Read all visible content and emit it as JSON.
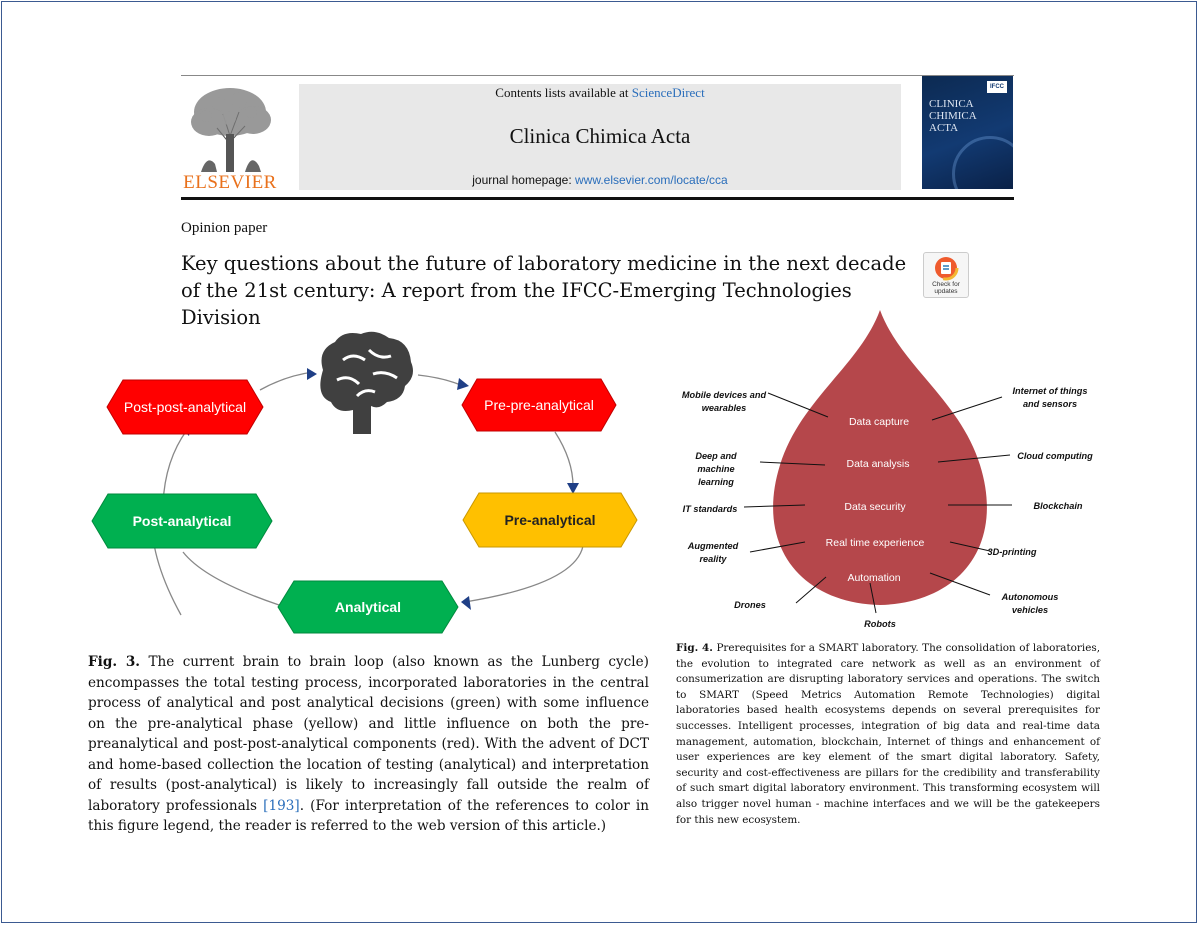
{
  "header": {
    "contents_prefix": "Contents lists available at",
    "contents_link": "ScienceDirect",
    "journal_title": "Clinica Chimica Acta",
    "homepage_prefix": "journal homepage:",
    "homepage_url": "www.elsevier.com/locate/cca",
    "publisher": "ELSEVIER",
    "cover_title": "CLINICA\nCHIMICA\nACTA",
    "cover_badge": "IFCC"
  },
  "article": {
    "type_label": "Opinion paper",
    "title": "Key questions about the future of laboratory medicine in the next decade of the 21st century: A report from the IFCC-Emerging Technologies Division",
    "check_updates_label": "Check for\nupdates"
  },
  "fig3": {
    "nodes": {
      "post_post": "Post-post-analytical",
      "pre_pre": "Pre-pre-analytical",
      "post": "Post-analytical",
      "pre": "Pre-analytical",
      "analytical": "Analytical"
    },
    "colors": {
      "red": "#ff0000",
      "green": "#00b050",
      "yellow": "#ffc000",
      "arrow": "#1f3f86",
      "brain": "#404040"
    },
    "caption_label": "Fig. 3.",
    "caption_body": "The current brain to brain loop (also known as the Lunberg cycle) encompasses the total testing process, incorporated laboratories in the central process of analytical and post analytical decisions (green) with some influence on the pre-analytical phase (yellow) and little influence on both the pre-preanalytical and post-post-analytical components (red). With the advent of DCT and home-based collection the location of testing (analytical) and interpretation of results (post-analytical) is likely to increasingly fall outside the realm of laboratory professionals",
    "caption_ref": "[193]",
    "caption_tail": ". (For interpretation of the references to color in this figure legend, the reader is referred to the web version of this article.)"
  },
  "fig4": {
    "drop_color": "#b5474b",
    "inner_items": [
      "Data capture",
      "Data analysis",
      "Data security",
      "Real time experience",
      "Automation"
    ],
    "labels": {
      "mobile_1": "Mobile devices and",
      "mobile_2": "wearables",
      "iot_1": "Internet of things",
      "iot_2": "and sensors",
      "deep_1": "Deep and",
      "deep_2": "machine",
      "deep_3": "learning",
      "cloud": "Cloud computing",
      "it": "IT standards",
      "blockchain": "Blockchain",
      "ar_1": "Augmented",
      "ar_2": "reality",
      "printing": "3D-printing",
      "drones": "Drones",
      "robots": "Robots",
      "auto_1": "Autonomous",
      "auto_2": "vehicles"
    },
    "caption_label": "Fig. 4.",
    "caption_body": "Prerequisites for a SMART laboratory. The consolidation of laboratories, the evolution to integrated care network as well as an environment of consumerization are disrupting laboratory services and operations. The switch to SMART (Speed Metrics Automation Remote Technologies) digital laboratories based health ecosystems depends on several prerequisites for successes. Intelligent processes, integration of big data and real-time data management, automation, blockchain, Internet of things and enhancement of user experiences are key element of the smart digital laboratory. Safety, security and cost-effectiveness are pillars for the credibility and transferability of such smart digital laboratory environment. This transforming ecosystem will also trigger novel human - machine interfaces and we will be the gatekeepers for this new ecosystem."
  }
}
